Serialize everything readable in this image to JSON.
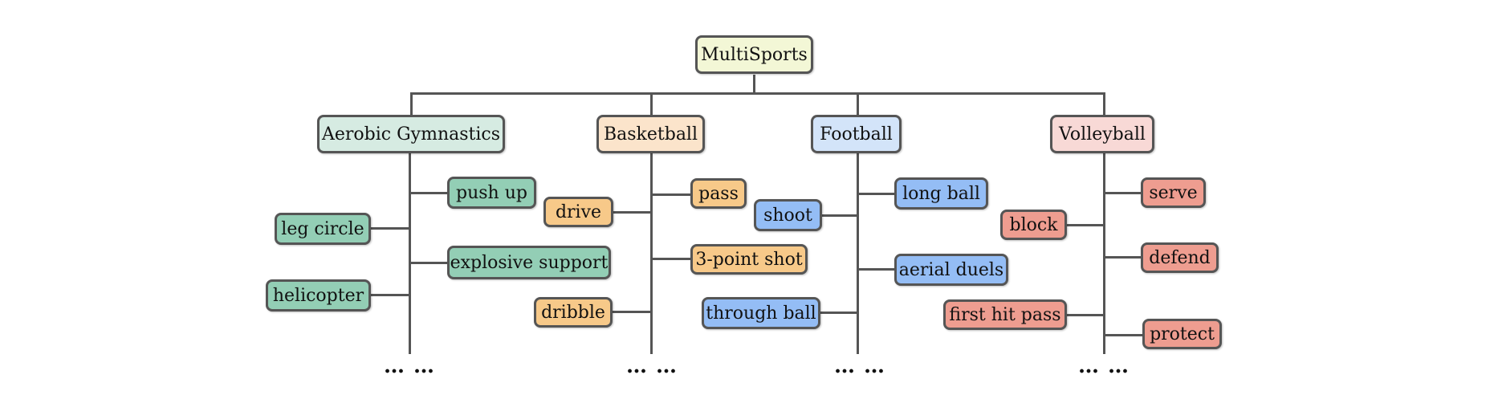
{
  "root": {
    "label": "MultiSports",
    "color": "#f3f7d6"
  },
  "ellipsis": "… …",
  "categories": [
    {
      "label": "Aerobic Gymnastics",
      "color": "#d6ebe2",
      "item_color": "#93ceb5",
      "items": [
        "push up",
        "leg circle",
        "explosive support",
        "helicopter"
      ]
    },
    {
      "label": "Basketball",
      "color": "#fbe4cb",
      "item_color": "#f7c989",
      "items": [
        "pass",
        "drive",
        "3-point shot",
        "dribble"
      ]
    },
    {
      "label": "Football",
      "color": "#d3e4f9",
      "item_color": "#94bdf5",
      "items": [
        "long ball",
        "shoot",
        "aerial duels",
        "through ball"
      ]
    },
    {
      "label": "Volleyball",
      "color": "#f8d9d6",
      "item_color": "#ee9d90",
      "items": [
        "serve",
        "block",
        "defend",
        "first hit pass",
        "protect"
      ]
    }
  ]
}
